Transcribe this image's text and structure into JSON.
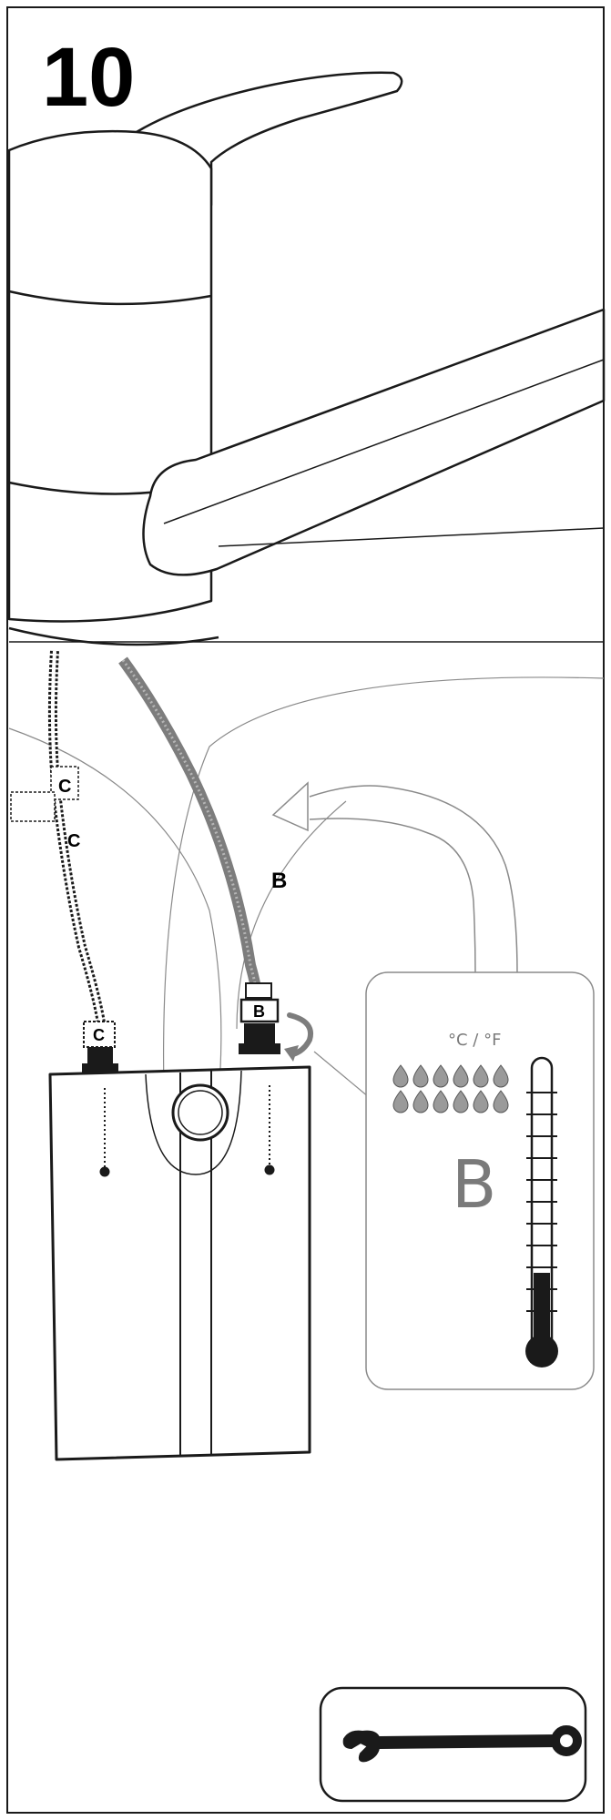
{
  "step": {
    "number": "10"
  },
  "labels": {
    "hose_b": "B",
    "hose_c_upper": "C",
    "hose_c_lower": "C",
    "fitting_c": "C",
    "fitting_b": "B"
  },
  "panel": {
    "units": "°C / °F",
    "setting": "B"
  },
  "colors": {
    "line": "#1a1a1a",
    "soft_line": "#8a8a8a",
    "panel_text": "#7a7a7a",
    "hose": "#7d7d7d"
  },
  "icons": {
    "wrench": "wrench-icon",
    "rotate": "rotate-arrow-icon",
    "water": "water-drops-icon",
    "thermometer": "thermometer-icon"
  }
}
